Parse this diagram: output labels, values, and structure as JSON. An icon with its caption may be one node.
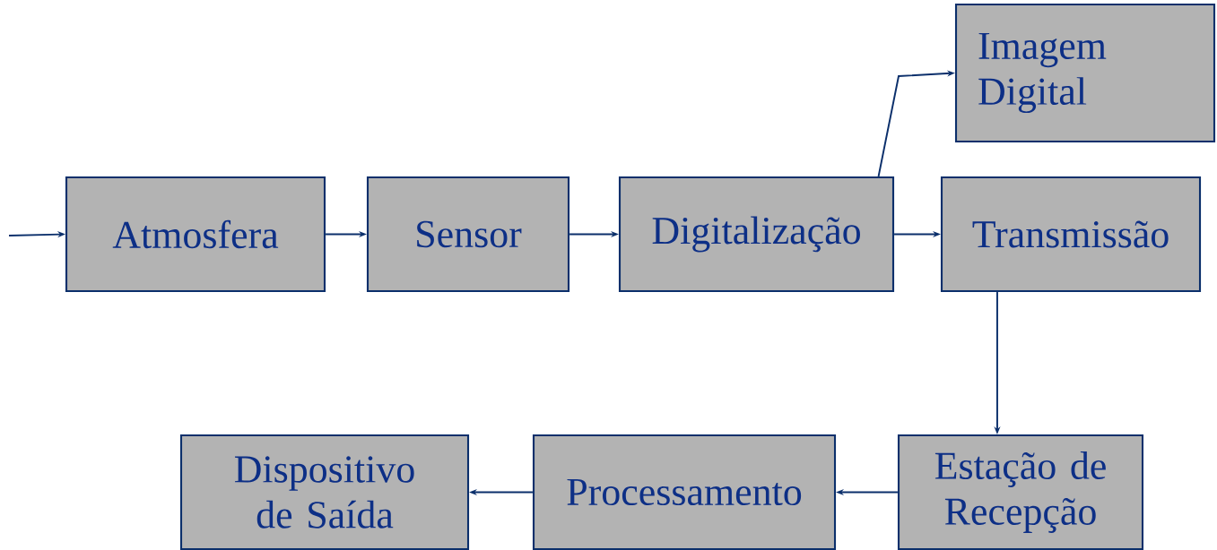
{
  "diagram": {
    "nodes": [
      {
        "text": [
          "Atmosfera"
        ]
      },
      {
        "text": [
          "Sensor"
        ]
      },
      {
        "text": [
          "Digitalização"
        ]
      },
      {
        "text": [
          "Imagem Digital"
        ]
      },
      {
        "text": [
          "Transmissão"
        ]
      },
      {
        "text": [
          "Estação de Recepção"
        ]
      },
      {
        "text": [
          "Processamento"
        ]
      },
      {
        "text": [
          "Dispositivo de Saída"
        ]
      }
    ],
    "edges": [
      {
        "from": null,
        "to": 0,
        "arrow": "to"
      },
      {
        "from": 0,
        "to": 1,
        "arrow": "to"
      },
      {
        "from": 1,
        "to": 2,
        "arrow": "to"
      },
      {
        "from": 2,
        "to": 3,
        "arrow": "to"
      },
      {
        "from": 2,
        "to": 4,
        "arrow": "to"
      },
      {
        "from": 4,
        "to": 5,
        "arrow": "to"
      },
      {
        "from": 5,
        "to": 6,
        "arrow": "to"
      },
      {
        "from": 6,
        "to": 7,
        "arrow": "to"
      }
    ]
  }
}
